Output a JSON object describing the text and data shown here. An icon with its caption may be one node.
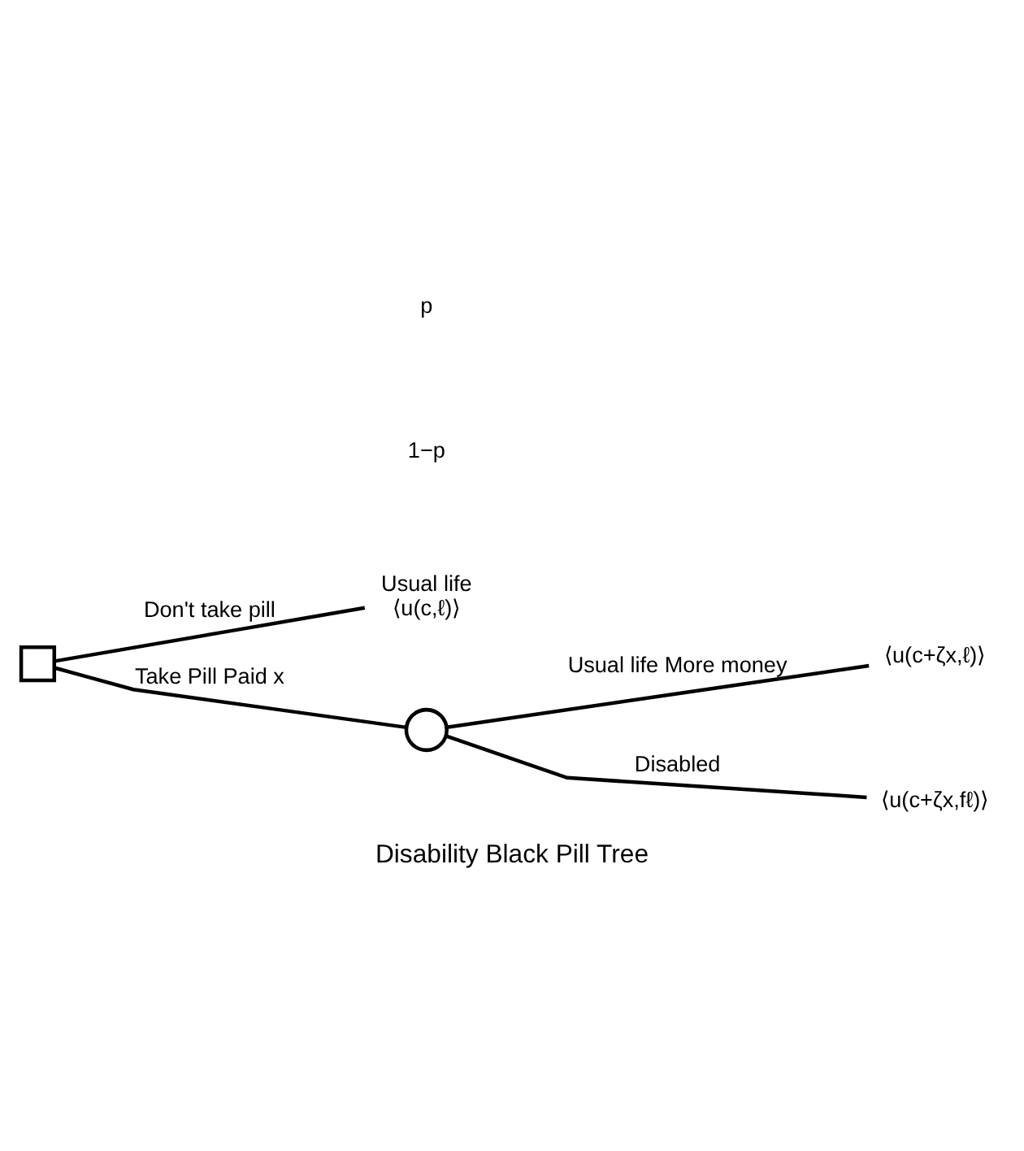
{
  "diagram": {
    "caption": "Disability Black Pill Tree",
    "nodes": [
      {
        "text": [],
        "shape": "box"
      },
      {
        "text": [
          "Usual life",
          "⟨u(c,ℓ)⟩"
        ]
      },
      {
        "text": [],
        "shape": "circle"
      },
      {
        "text": [
          "⟨u(c+ζx,ℓ)⟩"
        ]
      },
      {
        "text": [
          "⟨u(c+ζx,fℓ)⟩"
        ]
      }
    ],
    "edges": [
      {
        "from": 0,
        "to": 1,
        "arrow": "none",
        "label": "Don't take pill"
      },
      {
        "from": 0,
        "to": 2,
        "arrow": "none",
        "label": "Take Pill Paid x"
      },
      {
        "from": 2,
        "to": 3,
        "arrow": "none",
        "label": "Usual life More money"
      },
      {
        "from": 2,
        "to": 4,
        "arrow": "none",
        "label": "Disabled"
      }
    ],
    "labels": [
      "1−p",
      "p"
    ]
  }
}
